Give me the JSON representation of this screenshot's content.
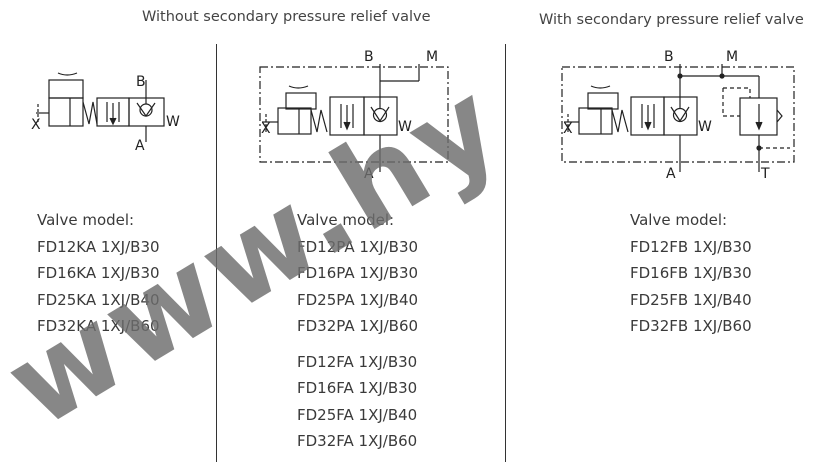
{
  "headings": {
    "without": "Without secondary pressure relief valve",
    "with": "With secondary pressure relief valve"
  },
  "symbols": {
    "sym1": {
      "b": "B",
      "a": "A",
      "x": "X",
      "w": "W"
    },
    "sym2": {
      "b": "B",
      "m": "M",
      "a": "A",
      "x": "X",
      "w": "W"
    },
    "sym3": {
      "b": "B",
      "m": "M",
      "a": "A",
      "t": "T",
      "x": "X",
      "w": "W"
    }
  },
  "lists": {
    "col1": {
      "title": "Valve model:",
      "items": [
        "FD12KA 1XJ/B30",
        "FD16KA 1XJ/B30",
        "FD25KA 1XJ/B40",
        "FD32KA 1XJ/B60"
      ]
    },
    "col2": {
      "title": "Valve model:",
      "items": [
        "FD12PA 1XJ/B30",
        "FD16PA 1XJ/B30",
        "FD25PA 1XJ/B40",
        "FD32PA 1XJ/B60"
      ],
      "items_b": [
        "FD12FA 1XJ/B30",
        "FD16FA 1XJ/B30",
        "FD25FA 1XJ/B40",
        "FD32FA 1XJ/B60"
      ]
    },
    "col3": {
      "title": "Valve model:",
      "items": [
        "FD12FB 1XJ/B30",
        "FD16FB 1XJ/B30",
        "FD25FB 1XJ/B40",
        "FD32FB 1XJ/B60"
      ]
    }
  },
  "watermark": "www.hy"
}
